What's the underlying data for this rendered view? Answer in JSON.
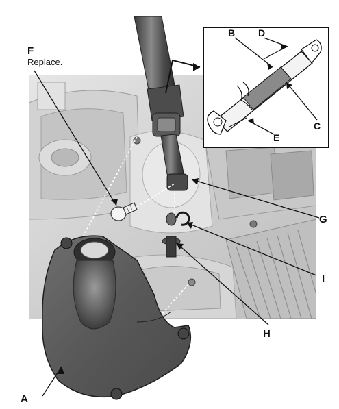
{
  "figure": {
    "callouts": {
      "A": "A",
      "B": "B",
      "C": "C",
      "D": "D",
      "E": "E",
      "F": "F",
      "G": "G",
      "H": "H",
      "I": "I"
    },
    "notes": {
      "F": "Replace."
    }
  },
  "colors": {
    "photo_light": "#d9d9d9",
    "photo_mid": "#a8a8a8",
    "photo_dark": "#3a3a3a",
    "cover_shade": "#5a5a5a",
    "line": "#111111"
  }
}
